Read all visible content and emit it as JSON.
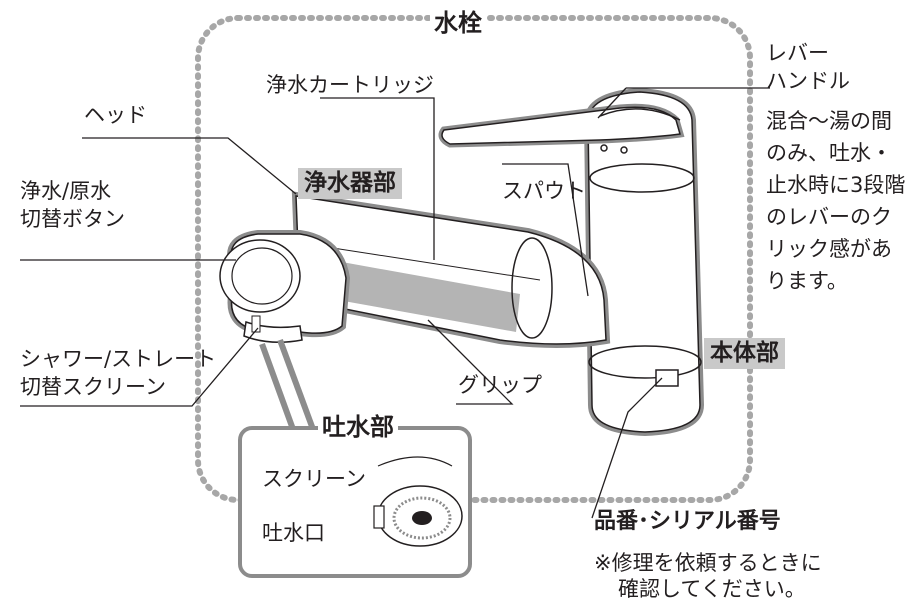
{
  "labels": {
    "suisen": "水栓",
    "head": "ヘッド",
    "cartridge": "浄水カートリッジ",
    "switch_button_1": "浄水/原水",
    "switch_button_2": "切替ボタン",
    "purifier_section": "浄水器部",
    "spout": "スパウト",
    "lever_1": "レバー",
    "lever_2": "ハンドル",
    "lever_desc": [
      "混合～湯の間",
      "のみ、吐水・",
      "止水時に3段階",
      "のレバーのク",
      "リック感があ",
      "ります。"
    ],
    "shower_switch_1": "シャワー/ストレート",
    "shower_switch_2": "切替スクリーン",
    "grip": "グリップ",
    "body_section": "本体部",
    "spout_section": "吐水部",
    "screen": "スクリーン",
    "outlet": "吐水口",
    "serial": "品番･シリアル番号",
    "note_1": "※修理を依頼するときに",
    "note_2": "確認してください。"
  },
  "colors": {
    "outline_gray": "#8c8c8c",
    "dot_gray": "#a7a7a7",
    "badge_gray": "#c9c9c9",
    "cartridge_gray": "#b4b4b4",
    "line": "#231f20"
  },
  "icons": {
    "lever": "lever-handle-icon",
    "faucet": "faucet-illustration"
  }
}
